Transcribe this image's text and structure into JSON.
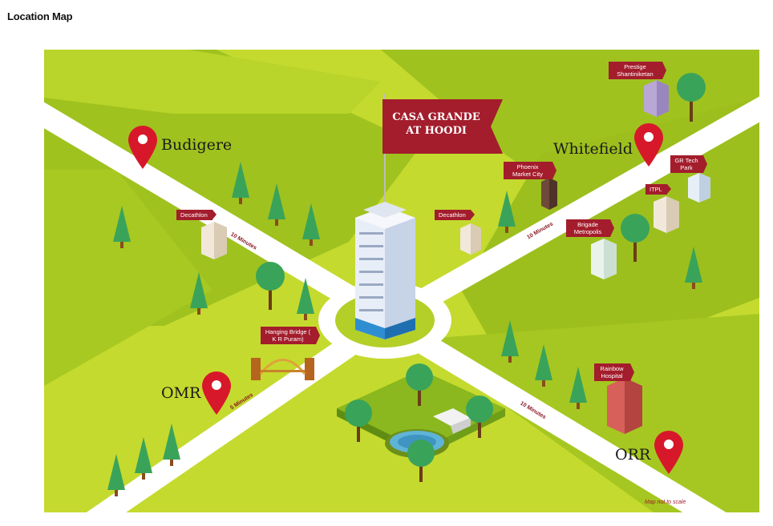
{
  "page": {
    "title": "Location Map"
  },
  "project": {
    "name_line1": "CASA GRANDE",
    "name_line2": "AT HOODI"
  },
  "places": {
    "budigere": "Budigere",
    "whitefield": "Whitefield",
    "omr": "OMR",
    "orr": "ORR"
  },
  "landmarks": {
    "prestige": "Prestige Shantiniketan",
    "phoenix": "Phoenix Market City",
    "decathlon_west": "Decathlon",
    "decathlon_center": "Decathlon",
    "gr_tech_park": "GR Tech Park",
    "itpl": "ITPL",
    "brigade": "Brigade Metropolis",
    "hanging_bridge": "Hanging Bridge ( K R Puram)",
    "rainbow": "Rainbow Hospital"
  },
  "distances": {
    "budigere": "10 Minutes",
    "whitefield": "10 Minutes",
    "omr": "5 Minutes",
    "orr": "10 Minutes"
  },
  "footer_note": "Map not to scale",
  "colors": {
    "grass_light": "#c5da2e",
    "grass_dark": "#9dbf1e",
    "road": "#ffffff",
    "pin": "#d7182a",
    "flag": "#a31d2c",
    "tree": "#3aa35a"
  }
}
